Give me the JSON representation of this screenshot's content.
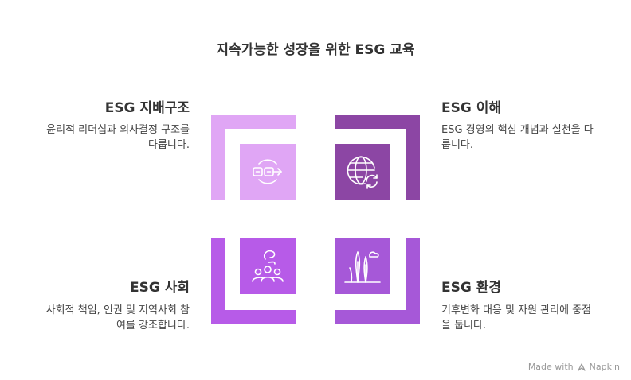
{
  "title": "지속가능한 성장을 위한 ESG 교육",
  "quadrants": {
    "top_left": {
      "heading": "ESG 지배구조",
      "desc_line1": "윤리적 리더십과 의사결정 구조를",
      "desc_line2": "다룹니다.",
      "color": "#e0a6f5",
      "icon": "governance-chain-icon"
    },
    "top_right": {
      "heading": "ESG 이해",
      "desc_line1": "ESG 경영의 핵심 개념과 실천을 다",
      "desc_line2": "룹니다.",
      "color": "#8c46a4",
      "icon": "globe-refresh-icon"
    },
    "bottom_left": {
      "heading": "ESG 사회",
      "desc_line1": "사회적 책임, 인권 및 지역사회 참",
      "desc_line2": "여를 강조합니다.",
      "color": "#b75be8",
      "icon": "community-people-icon"
    },
    "bottom_right": {
      "heading": "ESG 환경",
      "desc_line1": "기후변화 대응 및 자원 관리에 중점",
      "desc_line2": "을 둡니다.",
      "color": "#a658d8",
      "icon": "nature-trees-icon"
    }
  },
  "footer": {
    "made_with": "Made with",
    "brand": "Napkin"
  }
}
